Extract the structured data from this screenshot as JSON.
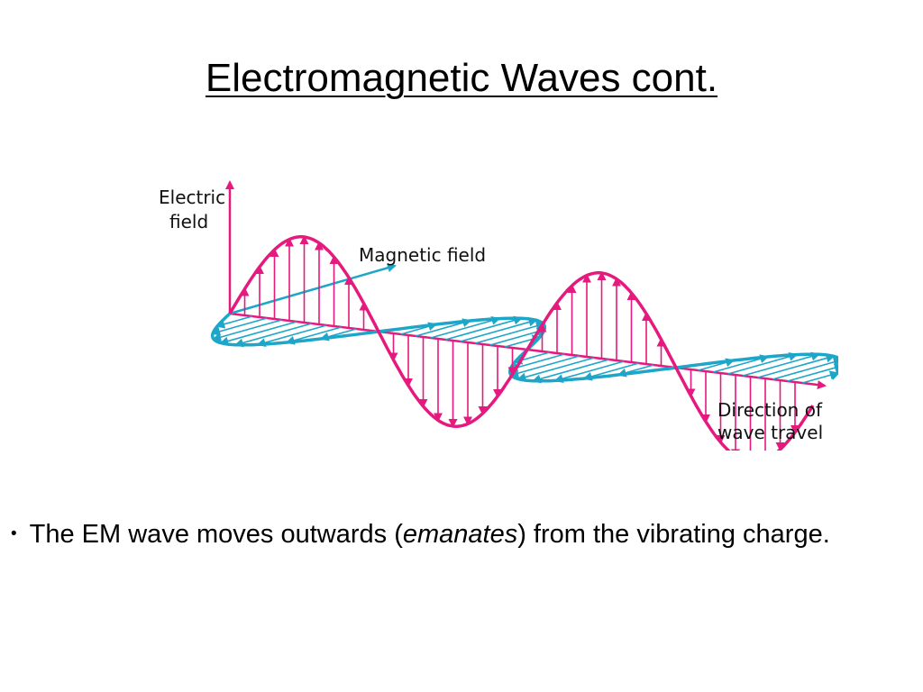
{
  "slide": {
    "title": "Electromagnetic Waves cont."
  },
  "diagram": {
    "labels": {
      "electric_line1": "Electric",
      "electric_line2": "field",
      "magnetic": "Magnetic field",
      "direction_line1": "Direction of",
      "direction_line2": "wave travel"
    },
    "colors": {
      "electric": "#e6197e",
      "magnetic": "#1ea6c8"
    }
  },
  "bullet": {
    "before": "The EM wave moves outwards (",
    "emphasis": "emanates",
    "after": ") from the vibrating charge."
  }
}
